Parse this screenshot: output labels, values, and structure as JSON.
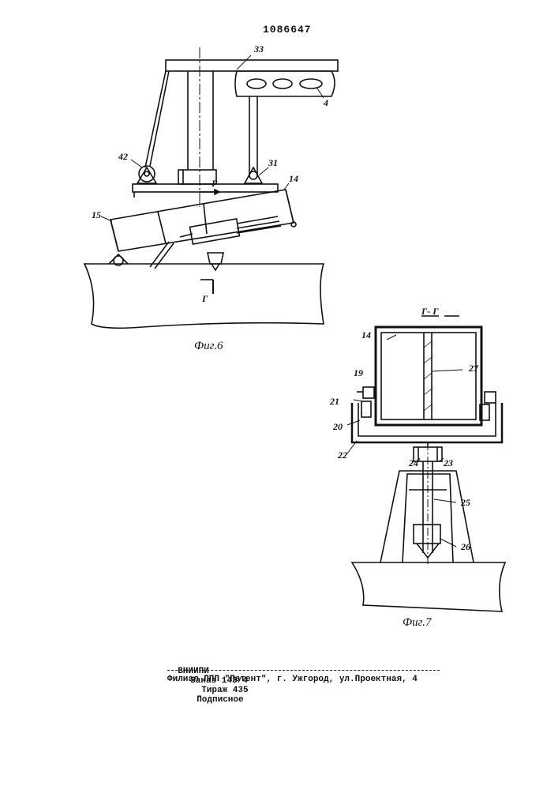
{
  "document_number": "1086647",
  "figures": [
    {
      "caption": "Фиг.6",
      "labels": {
        "a": "33",
        "b": "4",
        "c": "42",
        "d": "31",
        "e": "14",
        "f": "15",
        "g": "Г",
        "h": "Г"
      }
    },
    {
      "caption": "Фиг.7",
      "section_title": "Г- Г",
      "labels": {
        "a": "14",
        "b": "27",
        "c": "19",
        "d": "21",
        "e": "20",
        "f": "22",
        "g": "24",
        "h": "23",
        "i": "25",
        "j": "26"
      }
    }
  ],
  "footer": {
    "org": "ВНИИПИ",
    "order": "Заказ 143/4",
    "circulation": "Тираж 435",
    "subscription": "Подписное",
    "branch": "Филиал ППП \"Патент\", г. Ужгород, ул.Проектная, 4"
  }
}
